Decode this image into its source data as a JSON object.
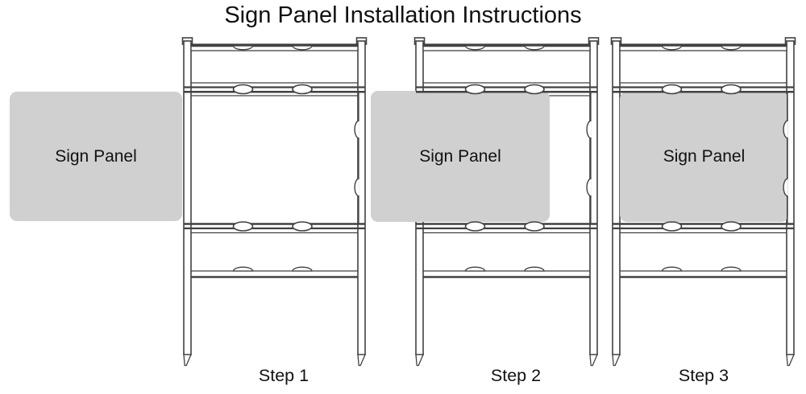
{
  "title": "Sign Panel Installation Instructions",
  "colors": {
    "line": "#414141",
    "panel_fill": "#d0d0d0",
    "text": "#111111",
    "background": "#ffffff"
  },
  "steps": [
    {
      "label": "Step 1",
      "panel_label": "Sign Panel",
      "panel_state": "panel outside frame, to the left"
    },
    {
      "label": "Step 2",
      "panel_label": "Sign Panel",
      "panel_state": "panel partially slid into frame"
    },
    {
      "label": "Step 3",
      "panel_label": "Sign Panel",
      "panel_state": "panel fully inserted in frame"
    }
  ]
}
